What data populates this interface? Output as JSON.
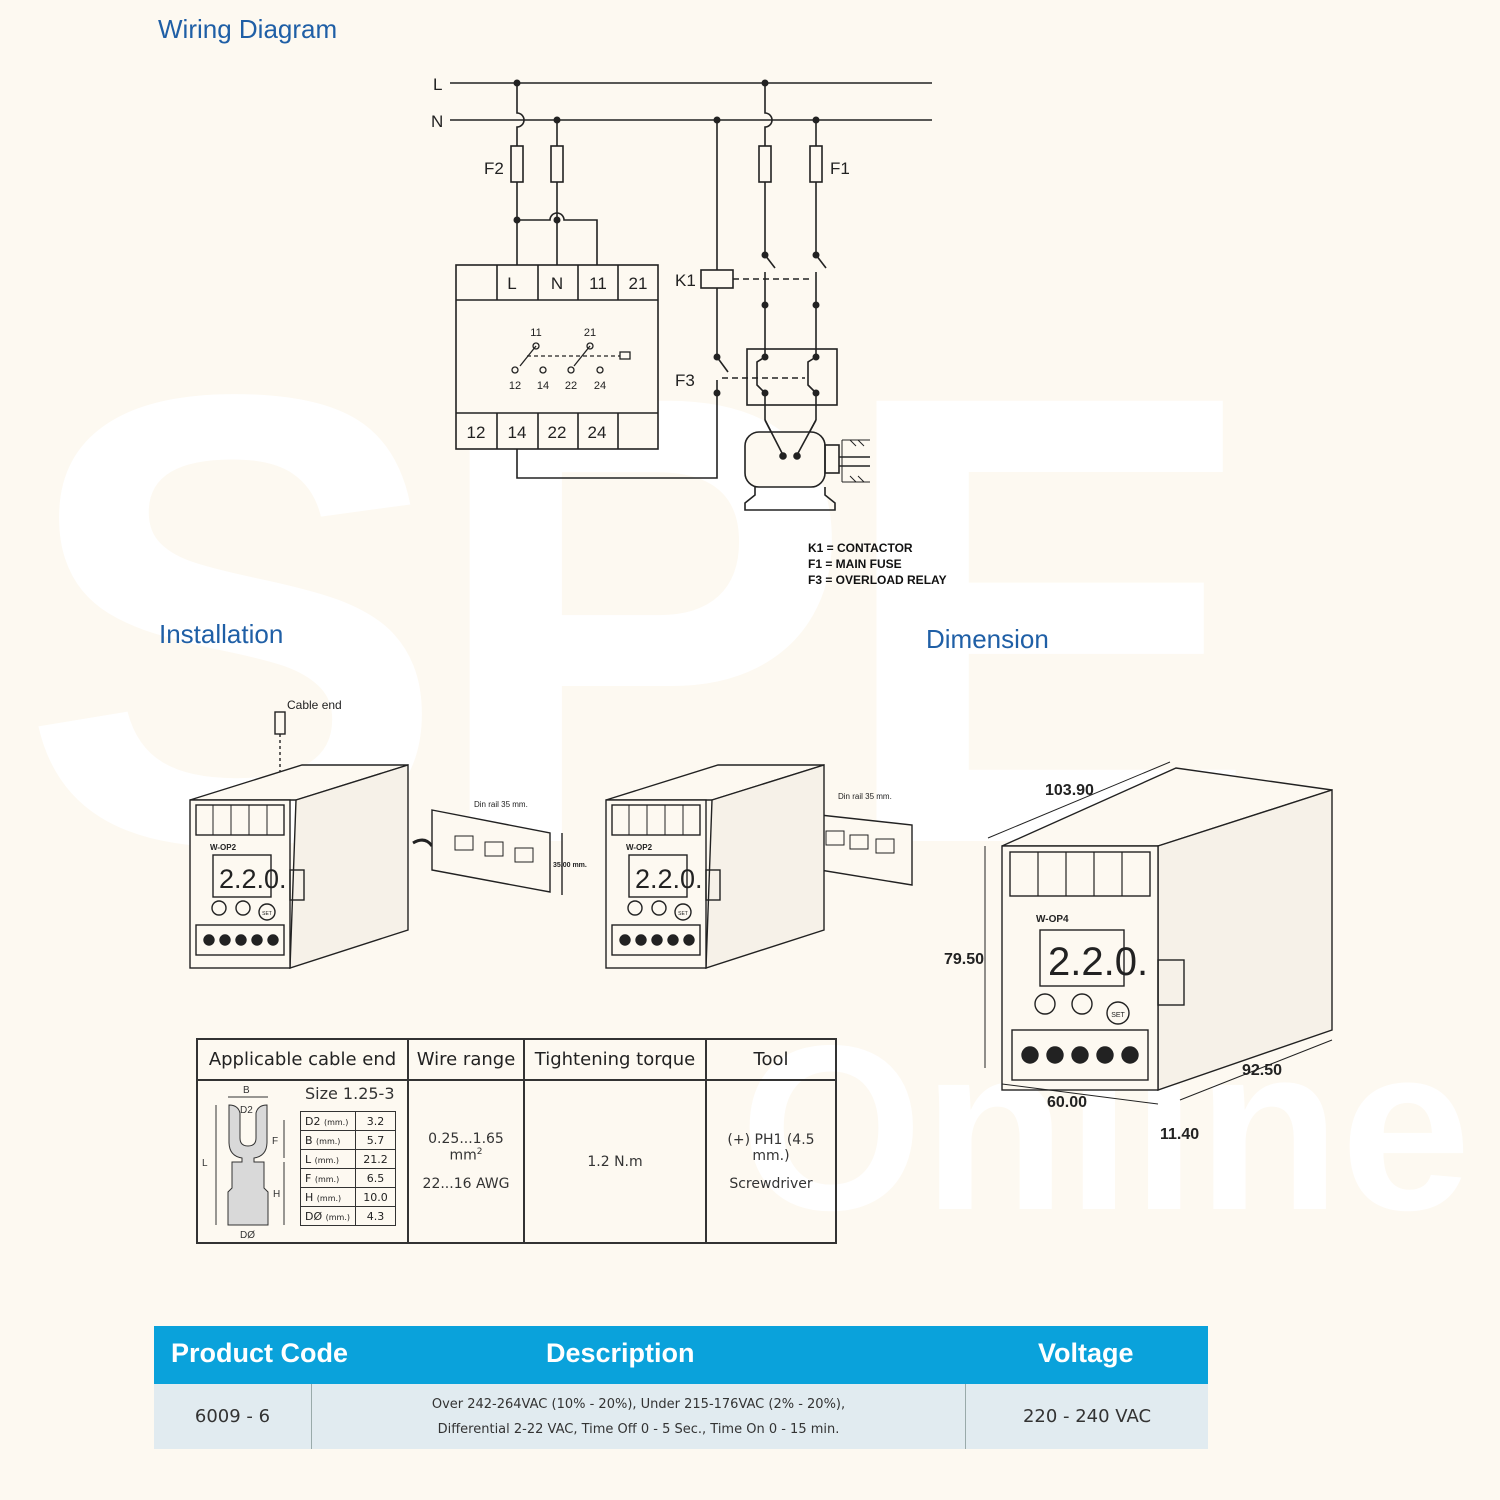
{
  "watermark": {
    "big": "SPE",
    "small": "Online"
  },
  "wiring": {
    "title": "Wiring Diagram",
    "lines": {
      "l": "L",
      "n": "N"
    },
    "fuse_f2": "F2",
    "fuse_f1": "F1",
    "contactor": "K1",
    "overload": "F3",
    "top_terminals": [
      "L",
      "N",
      "11",
      "21"
    ],
    "bottom_terminals": [
      "12",
      "14",
      "22",
      "24"
    ],
    "contact_top": [
      "11",
      "21"
    ],
    "contact_bottom": [
      "12",
      "14",
      "22",
      "24"
    ],
    "legend": [
      "K1 = CONTACTOR",
      "F1 = MAIN FUSE",
      "F3 = OVERLOAD RELAY"
    ]
  },
  "installation": {
    "title": "Installation",
    "cable_end_label": "Cable end",
    "din_rail_label": "Din rail 35 mm.",
    "rail_dim": "35.00 mm.",
    "device_model": "W-OP2",
    "display_value": "2.2.0.",
    "button_set": "SET"
  },
  "dimension": {
    "title": "Dimension",
    "depth": "103.90",
    "height": "79.50",
    "width": "60.00",
    "side": "92.50",
    "offset": "11.40",
    "device_model": "W-OP4",
    "display_value": "2.2.0.",
    "button_set": "SET"
  },
  "cable_table": {
    "headers": [
      "Applicable cable end",
      "Wire range",
      "Tightening torque",
      "Tool"
    ],
    "size": "Size 1.25-3",
    "drawing_labels": {
      "b": "B",
      "d2": "D2",
      "l": "L",
      "f": "F",
      "h": "H",
      "d0": "DØ"
    },
    "specs": [
      {
        "key": "D2",
        "unit": "(mm.)",
        "value": "3.2"
      },
      {
        "key": "B",
        "unit": "(mm.)",
        "value": "5.7"
      },
      {
        "key": "L",
        "unit": "(mm.)",
        "value": "21.2"
      },
      {
        "key": "F",
        "unit": "(mm.)",
        "value": "6.5"
      },
      {
        "key": "H",
        "unit": "(mm.)",
        "value": "10.0"
      },
      {
        "key": "DØ",
        "unit": "(mm.)",
        "value": "4.3"
      }
    ],
    "wire_range_1": "0.25...1.65 mm",
    "wire_range_sup": "2",
    "wire_range_2": "22...16 AWG",
    "torque": "1.2 N.m",
    "tool_1": "(+) PH1 (4.5 mm.)",
    "tool_2": "Screwdriver"
  },
  "product": {
    "headers": {
      "code": "Product Code",
      "description": "Description",
      "voltage": "Voltage"
    },
    "row": {
      "code": "6009 - 6",
      "description_1": "Over 242-264VAC (10% - 20%), Under 215-176VAC (2% - 20%),",
      "description_2": "Differential 2-22 VAC, Time Off 0 - 5 Sec., Time On 0 - 15 min.",
      "voltage": "220 - 240 VAC"
    }
  }
}
